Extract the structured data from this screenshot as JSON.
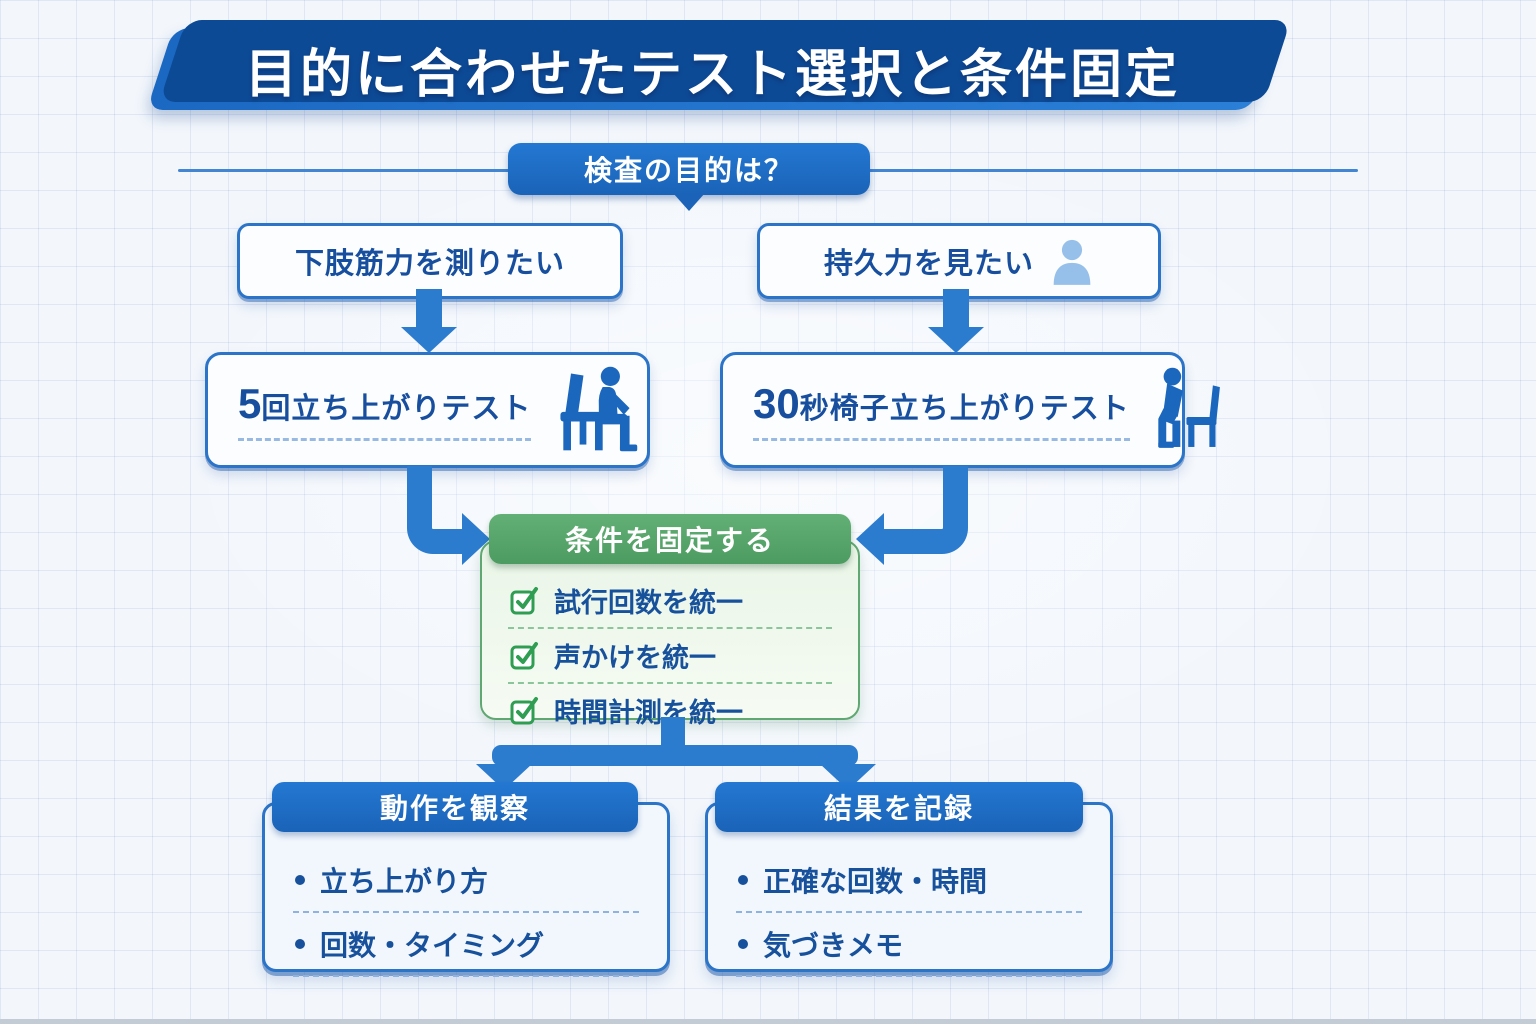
{
  "title": "目的に合わせたテスト選択と条件固定",
  "question": {
    "label": "検査の目的は？"
  },
  "branches": {
    "left": {
      "label": "下肢筋力を測りたい"
    },
    "right": {
      "label": "持久力を見たい",
      "icon": "person-bust-icon"
    }
  },
  "tests": {
    "left": {
      "number": "5",
      "label": "回立ち上がりテスト",
      "icon": "person-sitting-on-chair-icon"
    },
    "right": {
      "number": "30",
      "label": "秒椅子立ち上がりテスト",
      "icon": "person-rising-from-chair-icon"
    }
  },
  "conditions": {
    "header": "条件を固定する",
    "items": [
      {
        "label": "試行回数を統一"
      },
      {
        "label": "声かけを統一"
      },
      {
        "label": "時間計測を統一"
      }
    ]
  },
  "outcomes": {
    "left": {
      "header": "動作を観察",
      "items": [
        "立ち上がり方",
        "回数・タイミング"
      ]
    },
    "right": {
      "header": "結果を記録",
      "items": [
        "正確な回数・時間",
        "気づきメモ"
      ]
    }
  },
  "colors": {
    "accent_blue": "#1e6cc6",
    "dark_blue_text": "#174f9e",
    "arrow_blue": "#2b7ccf",
    "green_header": "#55a468",
    "green_check": "#2f9e53",
    "light_green_bg": "#edf7ec",
    "grid_bg": "#f3f7fc"
  }
}
